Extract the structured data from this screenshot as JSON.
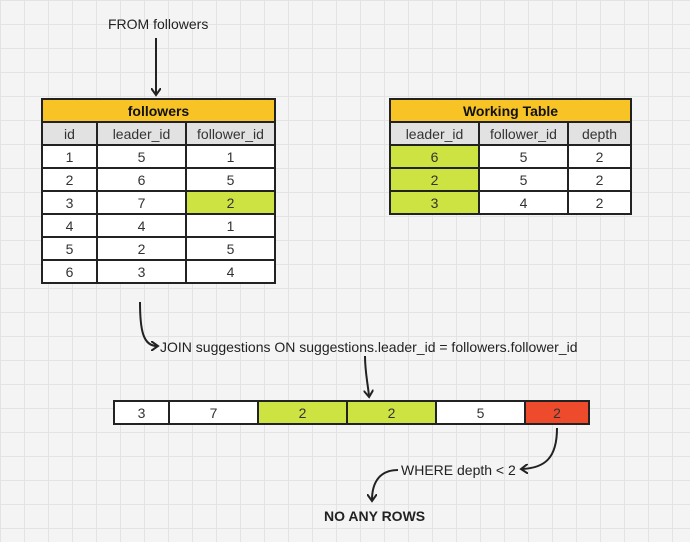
{
  "labels": {
    "from": "FROM followers",
    "join": "JOIN suggestions ON suggestions.leader_id = followers.follower_id",
    "where": "WHERE depth < 2",
    "result": "NO ANY ROWS"
  },
  "followers": {
    "title": "followers",
    "headers": [
      "id",
      "leader_id",
      "follower_id"
    ],
    "rows": [
      [
        "1",
        "5",
        "1"
      ],
      [
        "2",
        "6",
        "5"
      ],
      [
        "3",
        "7",
        "2"
      ],
      [
        "4",
        "4",
        "1"
      ],
      [
        "5",
        "2",
        "5"
      ],
      [
        "6",
        "3",
        "4"
      ]
    ]
  },
  "working": {
    "title": "Working Table",
    "headers": [
      "leader_id",
      "follower_id",
      "depth"
    ],
    "rows": [
      [
        "6",
        "5",
        "2"
      ],
      [
        "2",
        "5",
        "2"
      ],
      [
        "3",
        "4",
        "2"
      ]
    ]
  },
  "joined_row": [
    "3",
    "7",
    "2",
    "2",
    "5",
    "2"
  ],
  "colors": {
    "header_yellow": "#f7c325",
    "highlight_green": "#cde342",
    "highlight_red": "#ee4a2c"
  }
}
